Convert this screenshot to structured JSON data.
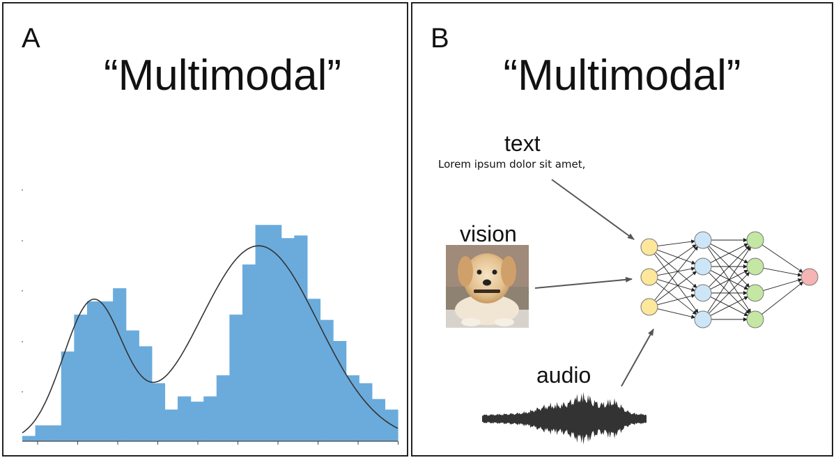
{
  "panel_a": {
    "letter": "A",
    "title": "“Multimodal”"
  },
  "panel_b": {
    "letter": "B",
    "title": "“Multimodal”",
    "text_label": "text",
    "text_sample": "Lorem ipsum dolor sit amet,",
    "vision_label": "vision",
    "audio_label": "audio",
    "network": {
      "layer_sizes": [
        3,
        4,
        4,
        1
      ],
      "layer_colors": [
        "#fde79a",
        "#cde6f7",
        "#c4e7a4",
        "#f7b4b4"
      ]
    }
  },
  "chart_data": {
    "type": "bar",
    "title": "",
    "xlabel": "",
    "ylabel": "",
    "bar_color": "#6aabdc",
    "curve_color": "#333333",
    "bin_count": 29,
    "values": [
      2,
      6,
      6,
      34,
      48,
      53,
      53,
      58,
      42,
      36,
      22,
      12,
      17,
      15,
      17,
      25,
      48,
      67,
      82,
      82,
      77,
      78,
      54,
      46,
      38,
      25,
      22,
      16,
      12
    ],
    "ylim": [
      0,
      100
    ],
    "density_curve": "bimodal fit with peaks near bins 5 and 17"
  }
}
